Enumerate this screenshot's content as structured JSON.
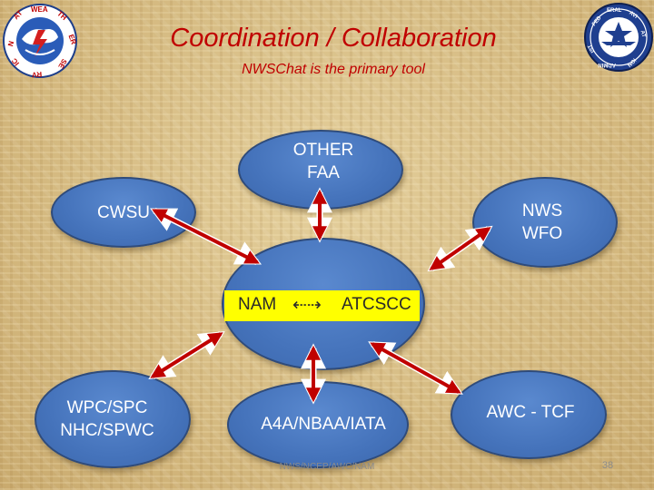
{
  "slide": {
    "title": "Coordination / Collaboration",
    "subtitle": "NWSChat is the primary tool",
    "footer": "NWS/NCEP/AWC/NAM",
    "page_number": "38"
  },
  "logos": {
    "left": {
      "icon": "national-weather-service-seal-icon",
      "text": "NATIONAL WEATHER SERVICE"
    },
    "right": {
      "icon": "federal-aviation-administration-seal-icon",
      "text": "FEDERAL AVIATION ADMINISTRATION"
    }
  },
  "center": {
    "left_text": "NAM",
    "arrow": "⇠⇢",
    "right_text": "ATCSCC",
    "highlight_color": "#ffff00"
  },
  "nodes": {
    "other_faa": [
      "OTHER",
      "FAA"
    ],
    "cwsu": "CWSU",
    "nws_wfo": [
      "NWS",
      "WFO"
    ],
    "wpc_spc": [
      "WPC/SPC",
      "NHC/SPWC"
    ],
    "a4a": "A4A/NBAA/IATA",
    "awc_tcf": "AWC - TCF"
  },
  "colors": {
    "title": "#c00000",
    "node_fill": "#4a7bc4",
    "node_border": "#2f4b7a",
    "arrow": "#c00000",
    "arrow_outline": "#ffffff"
  }
}
